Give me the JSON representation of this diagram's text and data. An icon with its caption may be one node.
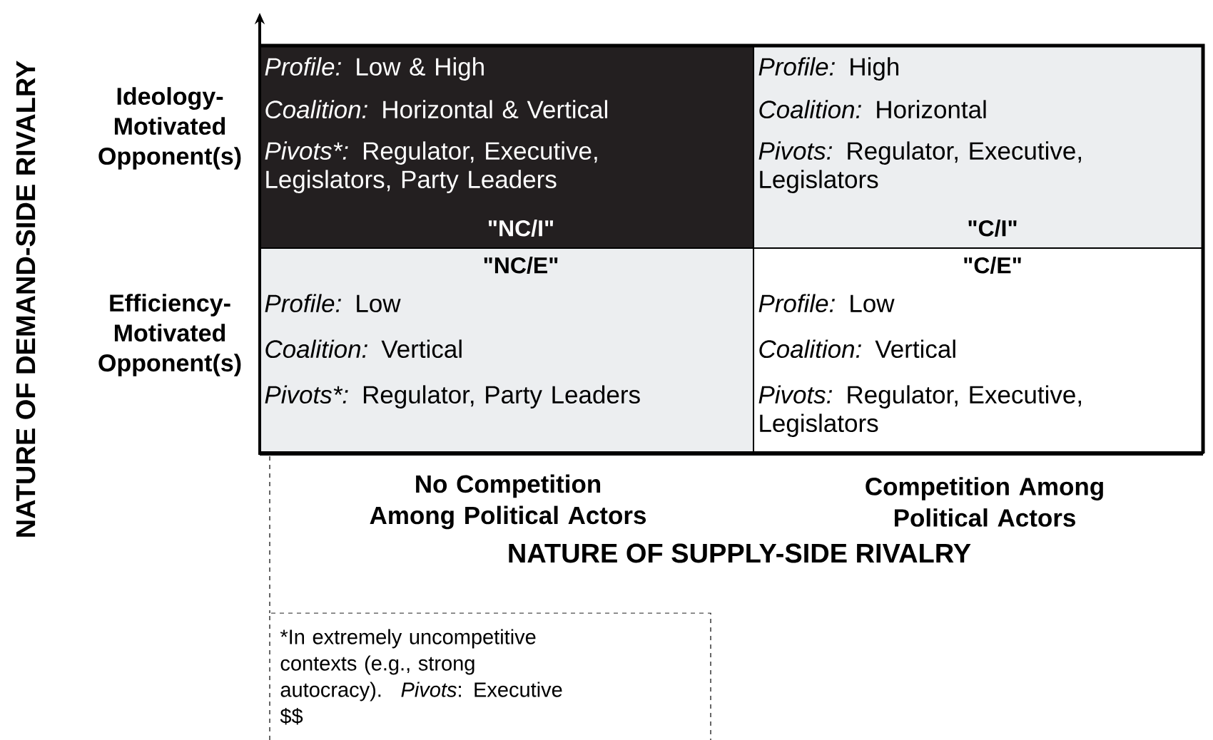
{
  "diagram": {
    "nodes": [
      {
        "text": [
          "Profile:",
          "Low & High",
          "Coalition:",
          "Horizontal & Vertical",
          "Pivots*:",
          "Regulator, Executive, Legislators, Party Leaders",
          "\"NC/I\""
        ]
      },
      {
        "text": [
          "Profile:",
          "High",
          "Coalition:",
          "Horizontal",
          "Pivots:",
          "Regulator, Executive, Legislators",
          "\"C/I\""
        ]
      },
      {
        "text": [
          "\"NC/E\"",
          "Profile:",
          "Low",
          "Coalition:",
          "Vertical",
          "Pivots*:",
          "Regulator, Party Leaders"
        ]
      },
      {
        "text": [
          "\"C/E\"",
          "Profile:",
          "Low",
          "Coalition:",
          "Vertical",
          "Pivots:",
          "Regulator, Executive, Legislators"
        ]
      },
      {
        "text": [
          "*In extremely uncompetitive contexts (e.g., strong autocracy).",
          "*Pivots*: Executive $$"
        ]
      }
    ],
    "labels": [
      "NATURE OF DEMAND-SIDE RIVALRY",
      "Ideology- Motivated Opponent(s)",
      "Efficiency- Motivated Opponent(s)",
      "No Competition Among Political Actors",
      "Competition Among Political Actors",
      "NATURE OF SUPPLY-SIDE RIVALRY"
    ]
  }
}
